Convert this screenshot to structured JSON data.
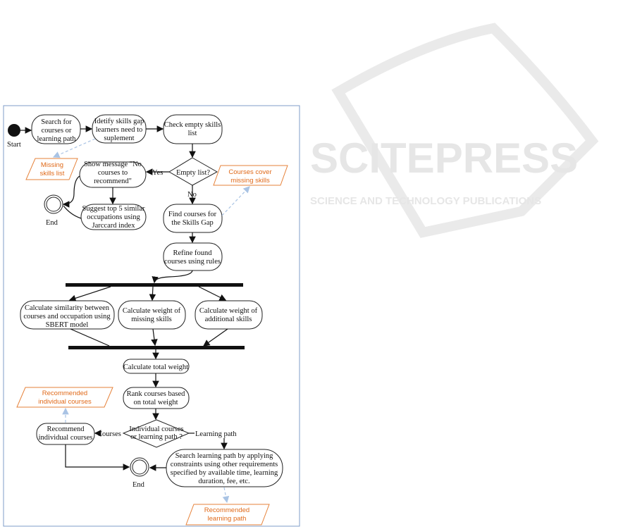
{
  "watermark": {
    "main": "SCITEPRESS",
    "sub": "SCIENCE AND TECHNOLOGY PUBLICATIONS"
  },
  "labels": {
    "start": "Start",
    "end1": "End",
    "end2": "End",
    "yes": "Yes",
    "no": "No",
    "courses": "Courses",
    "learning_path": "Learning path"
  },
  "nodes": {
    "search": [
      "Search for",
      "courses or",
      "learning path"
    ],
    "identify": [
      "Idetify skills gap",
      "learners need to",
      "suplement"
    ],
    "check": [
      "Check empty skills",
      "list"
    ],
    "empty_decision": [
      "Empty list?"
    ],
    "show_message": [
      "Show message \"No",
      "courses to",
      "recommend\""
    ],
    "suggest": [
      "Suggest top 5 similar",
      "occupations using",
      "Jarccard index"
    ],
    "find": [
      "Find courses for",
      "the Skills Gap"
    ],
    "refine": [
      "Refine found",
      "courses using rules"
    ],
    "similarity": [
      "Calculate similarity between",
      "courses and occupation using",
      "SBERT model"
    ],
    "weight_missing": [
      "Calculate weight of",
      "missing skills"
    ],
    "weight_additional": [
      "Calculate weight of",
      "additional skills"
    ],
    "total": [
      "Calculate total weight"
    ],
    "rank": [
      "Rank courses based",
      "on total weight"
    ],
    "type_decision": [
      "Individual courses",
      "or learning path ?"
    ],
    "recommend_individual": [
      "Recommend",
      "individual courses"
    ],
    "search_path": [
      "Search learning path by applying",
      "constraints using other requirements",
      "specified by available time, learning",
      "duration, fee, etc."
    ]
  },
  "outputs": {
    "missing_skills": [
      "Missing",
      "skills list"
    ],
    "courses_cover": [
      "Courses cover",
      "missing skills"
    ],
    "rec_individual": [
      "Recommended",
      "individual courses"
    ],
    "rec_path": [
      "Recommended",
      "learning path"
    ]
  },
  "colors": {
    "output_text": "#e06a1a",
    "output_border": "#e6823a",
    "dashed_link": "#a9c3e4",
    "frame": "#7f9cc8"
  }
}
